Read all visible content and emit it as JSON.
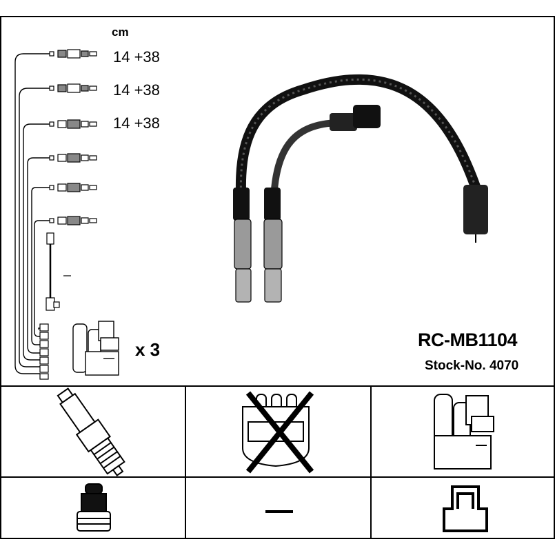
{
  "diagram": {
    "unit_label": "cm",
    "lengths": [
      "14 +38",
      "14 +38",
      "14 +38"
    ],
    "coil_quantity": "x 3",
    "product_code": "RC-MB1104",
    "stock_number": "Stock-No. 4070",
    "colors": {
      "line": "#000000",
      "cable": "#222222",
      "fill": "#ffffff",
      "metal": "#9a9a9a"
    }
  },
  "components": {
    "spark_plug": "spark-plug-icon",
    "distributor_cap": "distributor-cap-icon",
    "distributor_cap_status": "not-included",
    "ignition_coil": "ignition-coil-icon",
    "plug_connector": "plug-connector-icon",
    "empty": "dash-icon",
    "coil_terminal": "coil-terminal-icon"
  }
}
